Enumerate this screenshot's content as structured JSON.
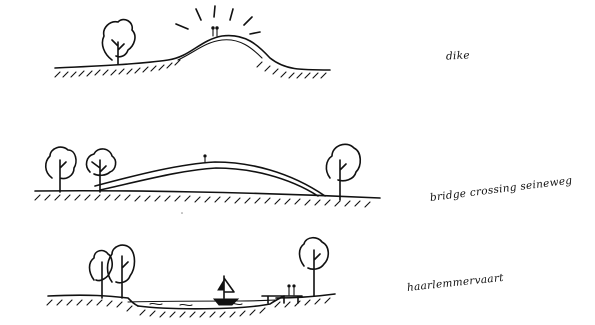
{
  "labels": {
    "dike": "dike",
    "bridge": "bridge crossing seineweg",
    "haarlem": "haarlemmervaart"
  },
  "colors": {
    "ink": "#111111",
    "paper": "#ffffff"
  }
}
